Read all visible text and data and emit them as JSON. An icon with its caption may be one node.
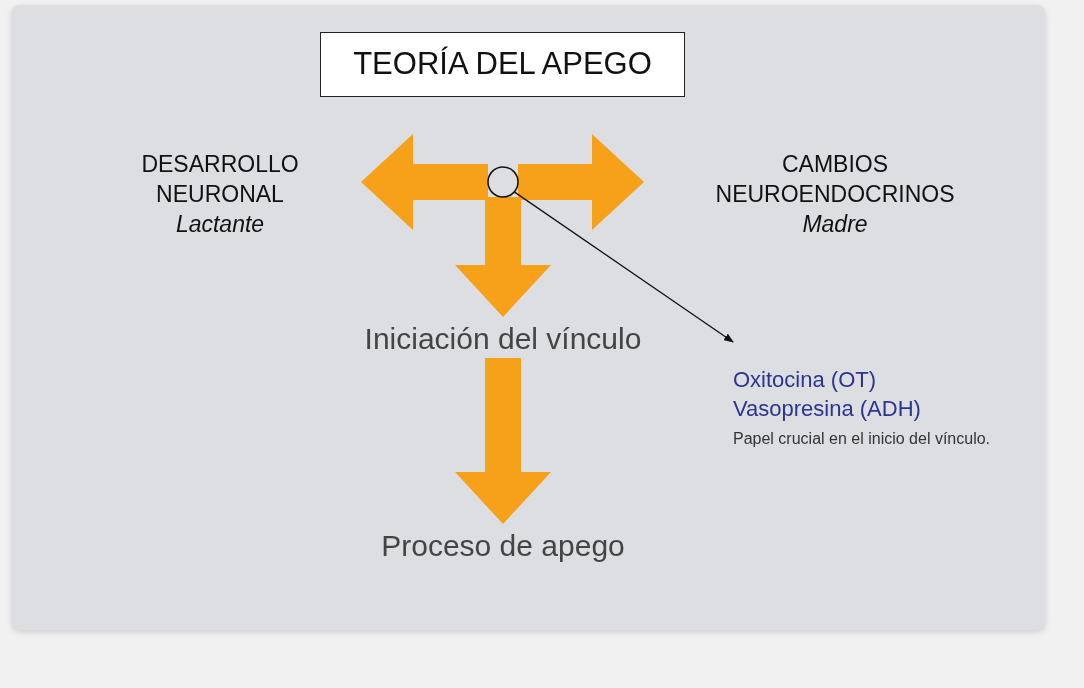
{
  "diagram": {
    "nodes": [
      {
        "text": [
          "TEORÍA DEL APEGO"
        ]
      },
      {
        "text": [
          "DESARROLLO NEURONAL",
          "Lactante"
        ]
      },
      {
        "text": [
          "CAMBIOS NEUROENDOCRINOS",
          "Madre"
        ]
      },
      {
        "text": [],
        "shape": "circle"
      },
      {
        "text": [
          "Iniciación del vínculo"
        ]
      },
      {
        "text": [
          "Oxitocina (OT)",
          "Vasopresina (ADH)",
          "Papel crucial en el inicio del vínculo."
        ]
      },
      {
        "text": [
          "Proceso de apego"
        ]
      }
    ],
    "edges": [
      {
        "from": 3,
        "to": 1,
        "arrow": "to"
      },
      {
        "from": 3,
        "to": 2,
        "arrow": "to"
      },
      {
        "from": 3,
        "to": 4,
        "arrow": "to"
      },
      {
        "from": 3,
        "to": 5,
        "arrow": "to",
        "color": "#111111"
      },
      {
        "from": 4,
        "to": 6,
        "arrow": "to"
      }
    ]
  }
}
